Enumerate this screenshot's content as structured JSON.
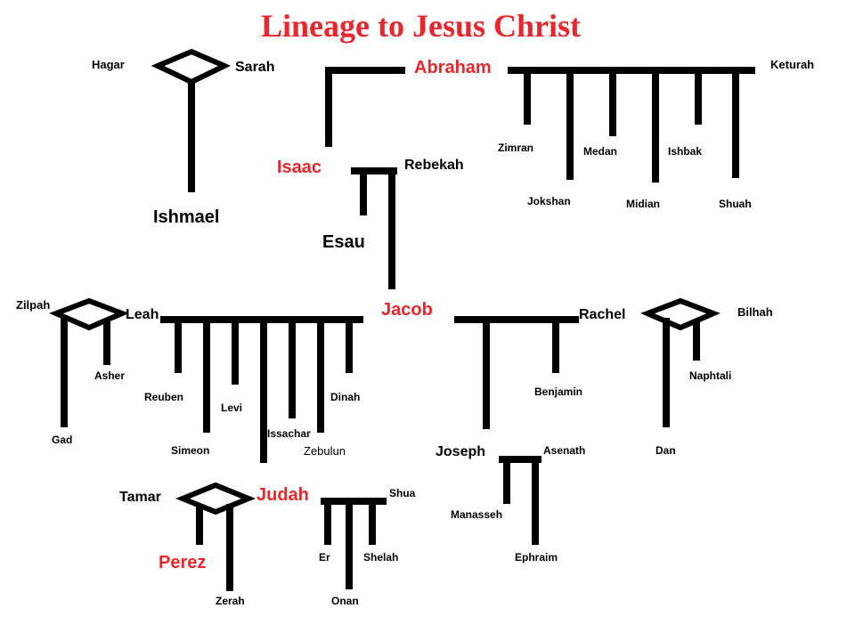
{
  "title": "Lineage to Jesus Christ",
  "people": {
    "hagar": "Hagar",
    "sarah": "Sarah",
    "abraham": "Abraham",
    "keturah": "Keturah",
    "ishmael": "Ishmael",
    "isaac": "Isaac",
    "rebekah": "Rebekah",
    "esau": "Esau",
    "zimran": "Zimran",
    "jokshan": "Jokshan",
    "medan": "Medan",
    "midian": "Midian",
    "ishbak": "Ishbak",
    "shuah": "Shuah",
    "zilpah": "Zilpah",
    "leah": "Leah",
    "jacob": "Jacob",
    "rachel": "Rachel",
    "bilhah": "Bilhah",
    "asher": "Asher",
    "gad": "Gad",
    "reuben": "Reuben",
    "simeon": "Simeon",
    "levi": "Levi",
    "issachar": "Issachar",
    "zebulun": "Zebulun",
    "dinah": "Dinah",
    "benjamin": "Benjamin",
    "joseph": "Joseph",
    "asenath": "Asenath",
    "naphtali": "Naphtali",
    "dan": "Dan",
    "tamar": "Tamar",
    "judah": "Judah",
    "shua": "Shua",
    "perez": "Perez",
    "zerah": "Zerah",
    "er": "Er",
    "onan": "Onan",
    "shelah": "Shelah",
    "manasseh": "Manasseh",
    "ephraim": "Ephraim"
  },
  "colors": {
    "highlight": "#e8262b",
    "line": "#000000",
    "text": "#000000"
  }
}
